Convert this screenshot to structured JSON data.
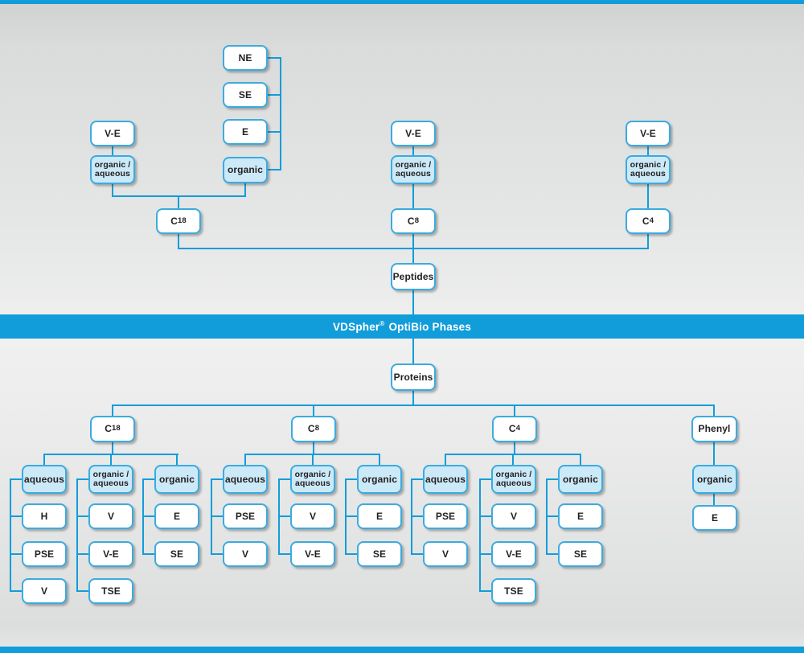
{
  "title_banner": {
    "label": "VDSpher® OptiBio Phases"
  },
  "colors": {
    "accent": "#119dd9",
    "box_border": "#3babdf",
    "highlight_fill": "#cce9f8",
    "text": "#231f20",
    "banner_text": "#ffffff"
  },
  "peptides": {
    "root_label": "Peptides",
    "c18": {
      "label": "C18",
      "eluents": {
        "ve": "V-E",
        "organic_aqueous": "organic /\naqueous",
        "organic": "organic"
      },
      "organic_modes": [
        "NE",
        "SE",
        "E"
      ]
    },
    "c8": {
      "label": "C8",
      "eluents": {
        "ve": "V-E",
        "organic_aqueous": "organic /\naqueous"
      }
    },
    "c4": {
      "label": "C4",
      "eluents": {
        "ve": "V-E",
        "organic_aqueous": "organic /\naqueous"
      }
    }
  },
  "proteins": {
    "root_label": "Proteins",
    "c18": {
      "label": "C18",
      "aqueous": {
        "label": "aqueous",
        "modes": [
          "H",
          "PSE",
          "V"
        ]
      },
      "organic_aqueous": {
        "label": "organic /\naqueous",
        "modes": [
          "V",
          "V-E",
          "TSE"
        ]
      },
      "organic": {
        "label": "organic",
        "modes": [
          "E",
          "SE"
        ]
      }
    },
    "c8": {
      "label": "C8",
      "aqueous": {
        "label": "aqueous",
        "modes": [
          "PSE",
          "V"
        ]
      },
      "organic_aqueous": {
        "label": "organic /\naqueous",
        "modes": [
          "V",
          "V-E"
        ]
      },
      "organic": {
        "label": "organic",
        "modes": [
          "E",
          "SE"
        ]
      }
    },
    "c4": {
      "label": "C4",
      "aqueous": {
        "label": "aqueous",
        "modes": [
          "PSE",
          "V"
        ]
      },
      "organic_aqueous": {
        "label": "organic /\naqueous",
        "modes": [
          "V",
          "V-E",
          "TSE"
        ]
      },
      "organic": {
        "label": "organic",
        "modes": [
          "E",
          "SE"
        ]
      }
    },
    "phenyl": {
      "label": "Phenyl",
      "organic": {
        "label": "organic",
        "modes": [
          "E"
        ]
      }
    }
  }
}
